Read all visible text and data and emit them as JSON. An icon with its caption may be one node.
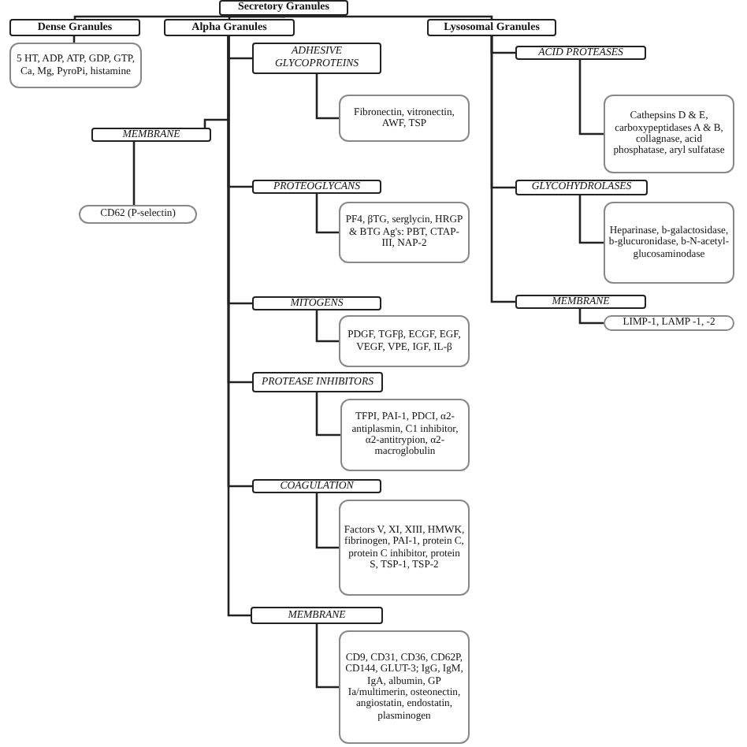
{
  "diagram": {
    "nodes": [
      {
        "text": [
          "Secretory Granules"
        ]
      },
      {
        "text": [
          "Dense Granules"
        ]
      },
      {
        "text": [
          "Alpha Granules"
        ]
      },
      {
        "text": [
          "Lysosomal Granules"
        ]
      },
      {
        "text": [
          "5 HT, ADP, ATP, GDP, GTP, Ca, Mg, PyroPi, histamine"
        ]
      },
      {
        "text": [
          "ADHESIVE GLYCOPROTEINS"
        ]
      },
      {
        "text": [
          "Fibronectin, vitronectin, AWF, TSP"
        ]
      },
      {
        "text": [
          "MEMBRANE"
        ]
      },
      {
        "text": [
          "CD62 (P-selectin)"
        ]
      },
      {
        "text": [
          "PROTEOGLYCANS"
        ]
      },
      {
        "text": [
          "PF4, βTG, serglycin, HRGP & BTG Ag's: PBT, CTAP-III, NAP-2"
        ]
      },
      {
        "text": [
          "MITOGENS"
        ]
      },
      {
        "text": [
          "PDGF, TGFβ, ECGF, EGF, VEGF, VPE, IGF, IL-β"
        ]
      },
      {
        "text": [
          "PROTEASE INHIBITORS"
        ]
      },
      {
        "text": [
          "TFPI, PAI-1, PDCI, α2-antiplasmin, C1 inhibitor, α2-antitrypion, α2-macroglobulin"
        ]
      },
      {
        "text": [
          "COAGULATION"
        ]
      },
      {
        "text": [
          "Factors V, XI, XIII, HMWK, fibrinogen, PAI-1, protein C, protein C inhibitor, protein S, TSP-1, TSP-2"
        ]
      },
      {
        "text": [
          "MEMBRANE"
        ]
      },
      {
        "text": [
          "CD9, CD31, CD36, CD62P, CD144, GLUT-3; IgG, IgM, IgA, albumin, GP Ia/multimerin, osteonectin, angiostatin, endostatin, plasminogen"
        ]
      },
      {
        "text": [
          "ACID PROTEASES"
        ]
      },
      {
        "text": [
          "Cathepsins D & E, carboxypeptidases A & B, collagnase, acid phosphatase, aryl sulfatase"
        ]
      },
      {
        "text": [
          "GLYCOHYDROLASES"
        ]
      },
      {
        "text": [
          "Heparinase, b-galactosidase, b-glucuronidase, b-N-acetyl-glucosaminodase"
        ]
      },
      {
        "text": [
          "MEMBRANE"
        ]
      },
      {
        "text": [
          "LIMP-1, LAMP -1, -2"
        ]
      }
    ],
    "edges": [
      {
        "from": 0,
        "to": 1,
        "arrow": "none"
      },
      {
        "from": 0,
        "to": 2,
        "arrow": "none"
      },
      {
        "from": 0,
        "to": 3,
        "arrow": "none"
      },
      {
        "from": 1,
        "to": 4,
        "arrow": "none"
      },
      {
        "from": 2,
        "to": 5,
        "arrow": "none"
      },
      {
        "from": 5,
        "to": 6,
        "arrow": "none"
      },
      {
        "from": 2,
        "to": 7,
        "arrow": "none"
      },
      {
        "from": 7,
        "to": 8,
        "arrow": "none"
      },
      {
        "from": 2,
        "to": 9,
        "arrow": "none"
      },
      {
        "from": 9,
        "to": 10,
        "arrow": "none"
      },
      {
        "from": 2,
        "to": 11,
        "arrow": "none"
      },
      {
        "from": 11,
        "to": 12,
        "arrow": "none"
      },
      {
        "from": 2,
        "to": 13,
        "arrow": "none"
      },
      {
        "from": 13,
        "to": 14,
        "arrow": "none"
      },
      {
        "from": 2,
        "to": 15,
        "arrow": "none"
      },
      {
        "from": 15,
        "to": 16,
        "arrow": "none"
      },
      {
        "from": 2,
        "to": 17,
        "arrow": "none"
      },
      {
        "from": 17,
        "to": 18,
        "arrow": "none"
      },
      {
        "from": 3,
        "to": 19,
        "arrow": "none"
      },
      {
        "from": 19,
        "to": 20,
        "arrow": "none"
      },
      {
        "from": 3,
        "to": 21,
        "arrow": "none"
      },
      {
        "from": 21,
        "to": 22,
        "arrow": "none"
      },
      {
        "from": 3,
        "to": 23,
        "arrow": "none"
      },
      {
        "from": 23,
        "to": 24,
        "arrow": "none"
      }
    ]
  }
}
